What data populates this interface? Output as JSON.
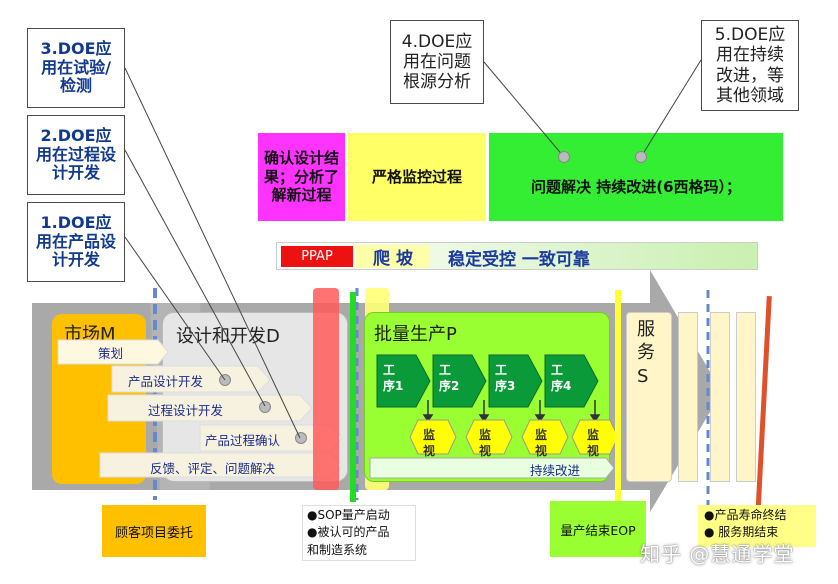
{
  "callouts": {
    "c3": "3.DOE应用在试验/检测",
    "c2": "2.DOE应用在过程设计开发",
    "c1": "1.DOE应用在产品设计开发",
    "c4": "4.DOE应用在问题根源分析",
    "c5": "5.DOE应用在持续改进，等其他领域"
  },
  "phases": {
    "confirm": "确认设计结果；分析了解新过程",
    "monitor": "严格监控过程",
    "solve": "问题解决   持续改进(6西格玛）；"
  },
  "progress_bar": {
    "ppap": "PPAP",
    "climb": "爬 坡",
    "stable": "稳定受控  一致可靠"
  },
  "market": {
    "title": "市场M"
  },
  "design": {
    "title": "设计和开发D"
  },
  "production": {
    "title": "批量生产P",
    "continuous": "持续改进"
  },
  "service": {
    "title": "服务S"
  },
  "design_steps": [
    "策划",
    "产品设计开发",
    "过程设计开发",
    "产品过程确认",
    "反馈、评定、问题解决"
  ],
  "processes": [
    "工序1",
    "工序2",
    "工序3",
    "工序4"
  ],
  "inspections": [
    "监视",
    "监视",
    "监视",
    "监视"
  ],
  "bottom": {
    "customer": "顾客项目委托",
    "sop": [
      "●SOP量产启动",
      "●被认可的产品",
      "和制造系统"
    ],
    "eop": "量产结束EOP",
    "eol": [
      "●产品寿命终结",
      "● 服务期结束"
    ]
  },
  "watermark": "知乎 @慧通学堂",
  "colors": {
    "magenta": "#ff33ff",
    "yellow": "#ffff66",
    "green": "#33ee33",
    "lime": "#99ff33",
    "orange": "#ffc000",
    "red": "#ff4d4d",
    "dark_green": "#0a9a3a"
  }
}
